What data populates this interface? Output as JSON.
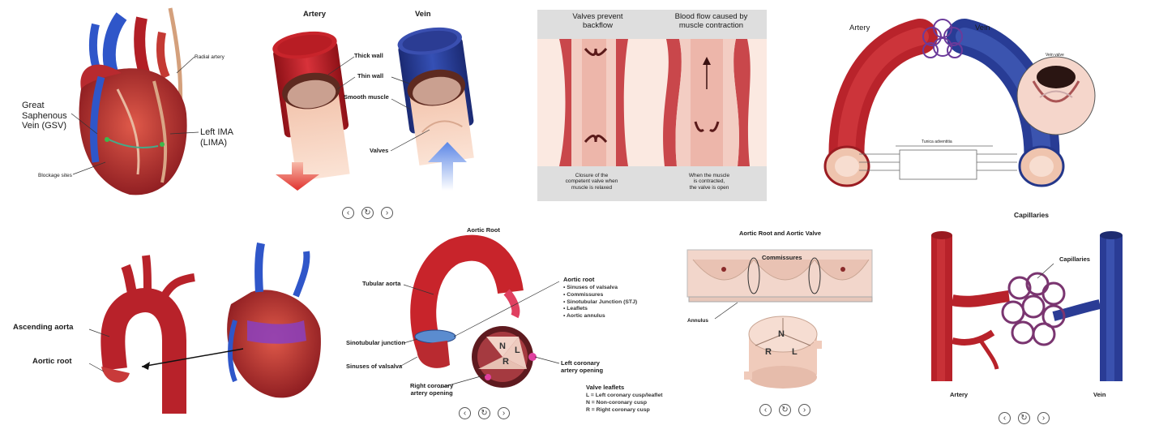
{
  "heart_bypass": {
    "great_saphenous": "Great\nSaphenous\nVein (GSV)",
    "radial_artery": "Radial artery",
    "left_ima": "Left IMA\n(LIMA)",
    "blockage_sites": "Blockage sites"
  },
  "artery_vein": {
    "artery": "Artery",
    "vein": "Vein",
    "thick_wall": "Thick wall",
    "thin_wall": "Thin wall",
    "smooth_muscle": "Smooth muscle",
    "valves": "Valves"
  },
  "valves_panel": {
    "left_title": "Valves prevent\nbackflow",
    "right_title": "Blood flow caused by\nmuscle contraction",
    "left_caption": "Closure of the\ncompetent valve when\nmuscle is relaxed",
    "right_caption": "When the muscle\nis contracted,\nthe valve is open"
  },
  "vessel_loop": {
    "artery": "Artery",
    "vein": "Vein",
    "vein_valve": "Vein valve",
    "tunica": "Tunica adventitia"
  },
  "aorta_left": {
    "ascending": "Ascending aorta",
    "root": "Aortic root"
  },
  "aortic_root": {
    "title": "Aortic Root",
    "tubular": "Tubular aorta",
    "sinotubular": "Sinotubular junction",
    "sinuses": "Sinuses of valsalva",
    "right_coronary": "Right coronary\nartery opening",
    "left_coronary": "Left coronary\nartery opening",
    "root_heading": "Aortic root",
    "root_items": [
      "• Sinuses of valsalva",
      "• Commissures",
      "• Sinotubular Junction (STJ)",
      "• Leaflets",
      "• Aortic annulus"
    ],
    "leaflets_heading": "Valve leaflets",
    "leaflet_items": [
      "L = Left coronary cusp/leaflet",
      "N = Non-coronary cusp",
      "R = Right coronary cusp"
    ],
    "letters": [
      "N",
      "L",
      "R"
    ]
  },
  "aortic_valve": {
    "title": "Aortic Root and Aortic Valve",
    "commissures": "Commissures",
    "annulus": "Annulus",
    "letters": [
      "N",
      "R",
      "L"
    ]
  },
  "capillaries": {
    "title": "Capillaries",
    "capillaries": "Capillaries",
    "artery": "Artery",
    "vein": "Vein"
  },
  "nav_icons": [
    "chevron-left-icon",
    "replay-icon",
    "chevron-right-icon"
  ],
  "colors": {
    "artery_red": "#c8242b",
    "vein_blue": "#2a3f9a",
    "purple": "#8a3fbf",
    "panel_gray": "#dedede"
  }
}
